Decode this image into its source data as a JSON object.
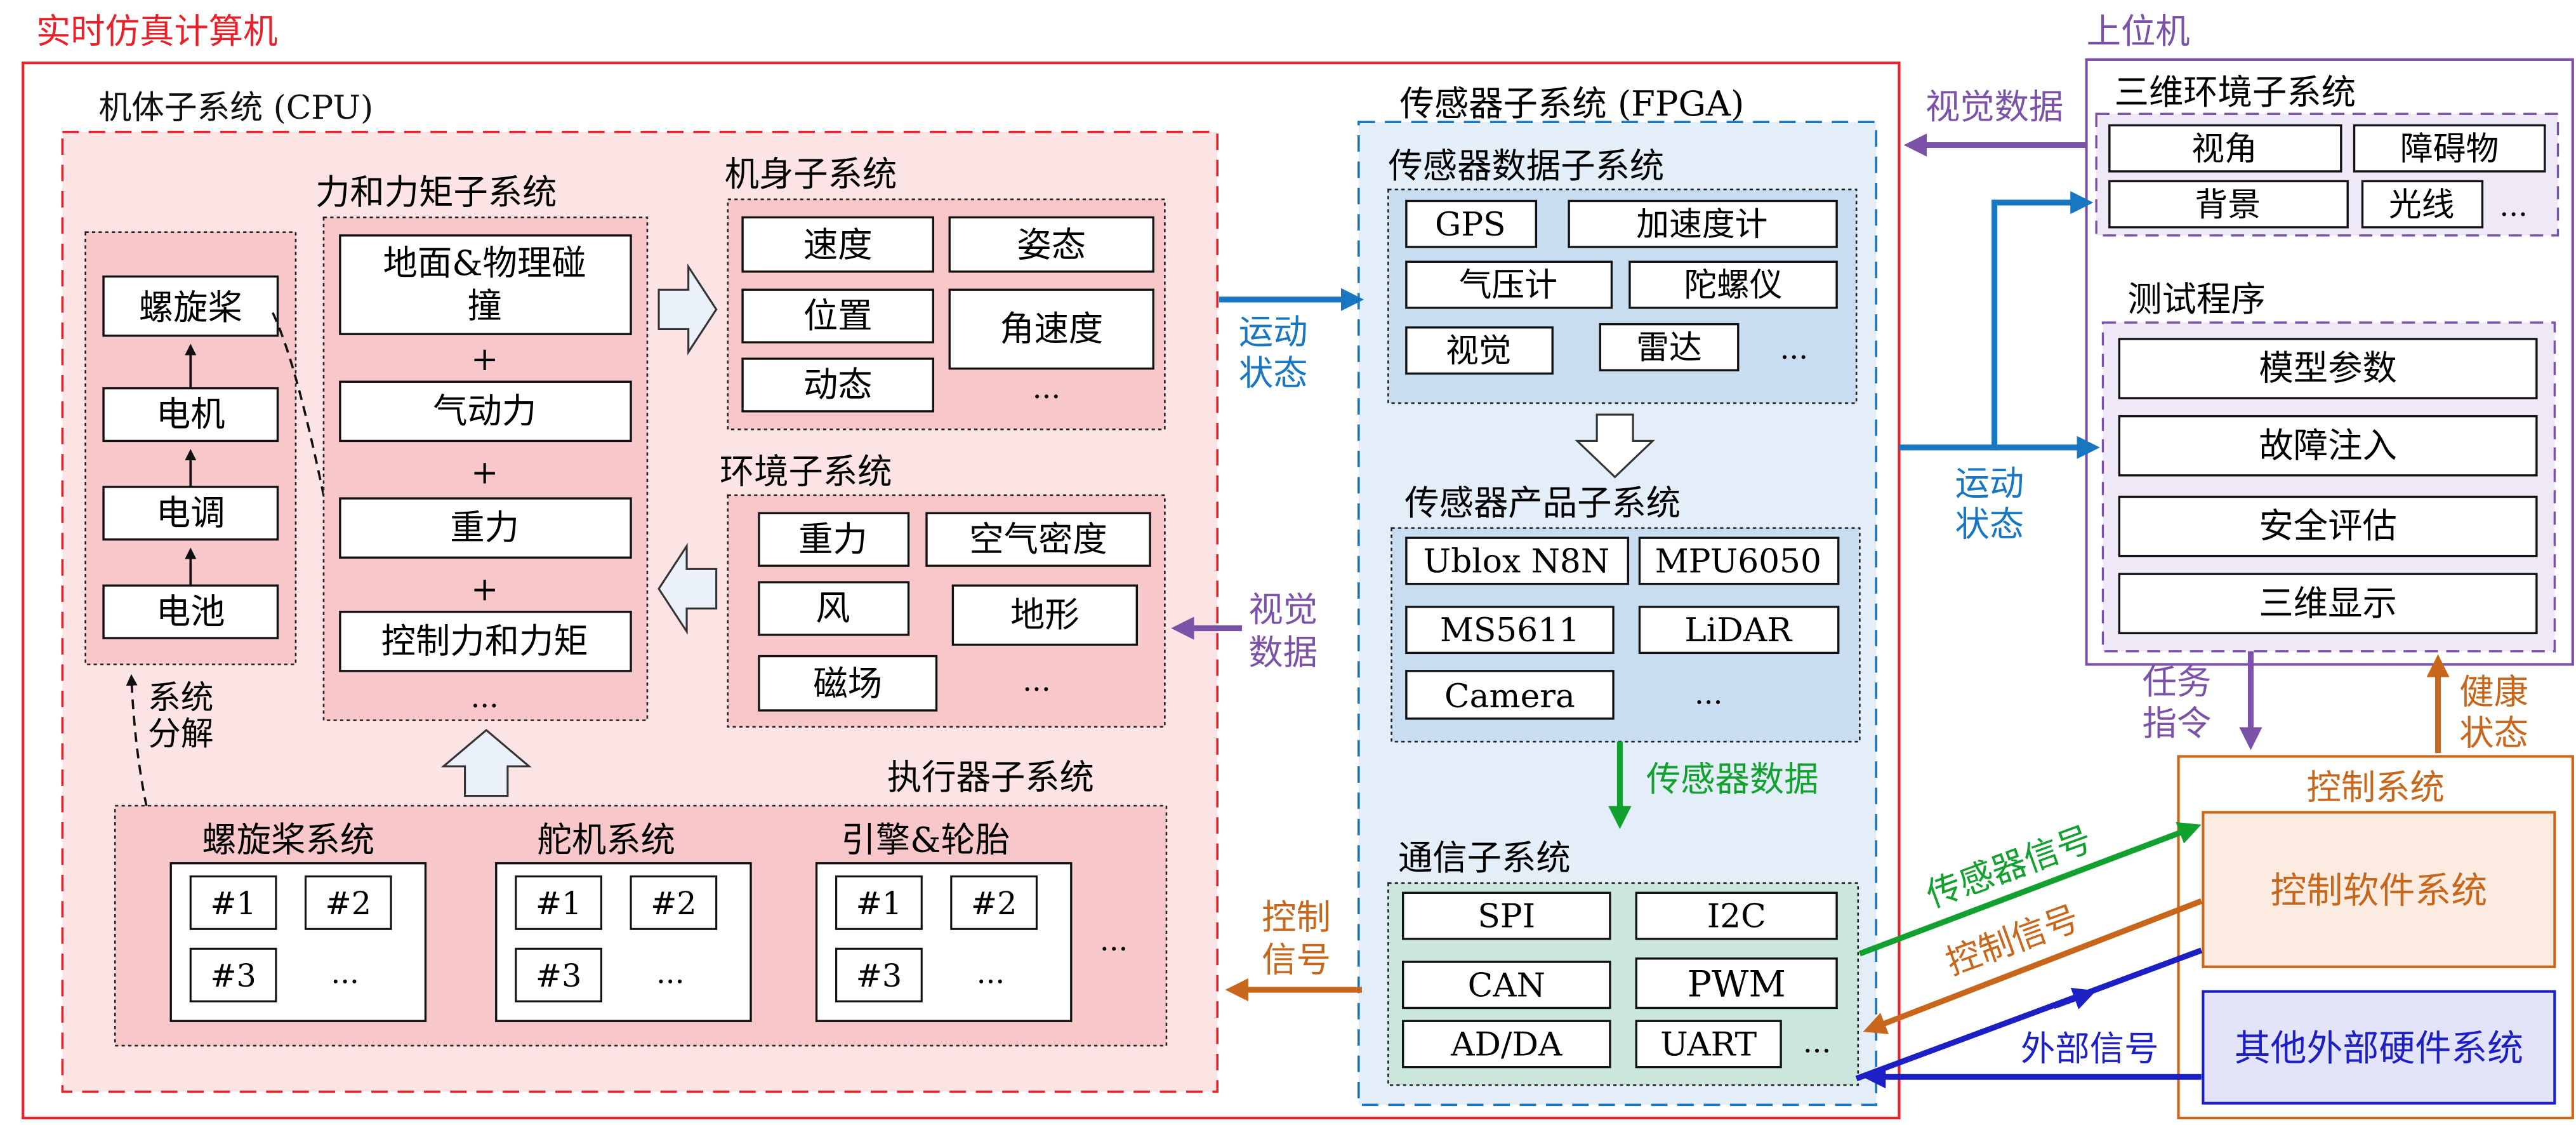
{
  "colors": {
    "red": "#e8202a",
    "pink_fill": "#fde4e4",
    "pink_box": "#f7c7c9",
    "blue": "#1976c0",
    "blue_fill": "#e3eef8",
    "purple": "#7b52a8",
    "orange": "#c8671b",
    "green": "#12a02e",
    "darkblue": "#1c1fc4",
    "black": "#111111"
  },
  "labels": {
    "rt_computer": "实时仿真计算机",
    "airframe": "机体子系统 (CPU)",
    "prop_chain": [
      "螺旋桨",
      "电机",
      "电调",
      "电池"
    ],
    "sys_decomp_1": "系统",
    "sys_decomp_2": "分解",
    "force": {
      "title": "力和力矩子系统",
      "ground_1": "地面&物理碰",
      "ground_2": "撞",
      "plus": "+",
      "aero": "气动力",
      "gravity": "重力",
      "control": "控制力和力矩",
      "more": "..."
    },
    "body": {
      "title": "机身子系统",
      "items": [
        "速度",
        "姿态",
        "位置",
        "角速度",
        "动态"
      ],
      "more": "..."
    },
    "env": {
      "title": "环境子系统",
      "items": [
        "重力",
        "空气密度",
        "风",
        "地形",
        "磁场"
      ],
      "more": "..."
    },
    "actuator": {
      "title": "执行器子系统",
      "groups": [
        "螺旋桨系统",
        "舵机系统",
        "引擎&轮胎"
      ],
      "cells": [
        "#1",
        "#2",
        "#3"
      ],
      "more": "..."
    },
    "sensor": {
      "title": "传感器子系统 (FPGA)",
      "data_title": "传感器数据子系统",
      "data_items": [
        "GPS",
        "加速度计",
        "气压计",
        "陀螺仪",
        "视觉",
        "雷达"
      ],
      "product_title": "传感器产品子系统",
      "product_items": [
        "Ublox N8N",
        "MPU6050",
        "MS5611",
        "LiDAR",
        "Camera"
      ],
      "comm_title": "通信子系统",
      "comm_items": [
        "SPI",
        "I2C",
        "CAN",
        "PWM",
        "AD/DA",
        "UART"
      ],
      "more": "..."
    },
    "arrows": {
      "motion_state_1": "运动",
      "motion_state_2": "状态",
      "visual_1": "视觉",
      "visual_2": "数据",
      "control_sig_1": "控制",
      "control_sig_2": "信号",
      "sensor_data": "传感器数据",
      "visual_data": "视觉数据",
      "sensor_signal": "传感器信号",
      "control_signal": "控制信号",
      "external_signal": "外部信号",
      "task_1": "任务",
      "task_2": "指令",
      "health_1": "健康",
      "health_2": "状态"
    },
    "host": {
      "title": "上位机",
      "env3d_title": "三维环境子系统",
      "env3d_items": [
        "视角",
        "障碍物",
        "背景",
        "光线"
      ],
      "test_title": "测试程序",
      "test_items": [
        "模型参数",
        "故障注入",
        "安全评估",
        "三维显示"
      ],
      "more": "..."
    },
    "control_sys": {
      "title": "控制系统",
      "software": "控制软件系统",
      "hardware": "其他外部硬件系统"
    }
  }
}
